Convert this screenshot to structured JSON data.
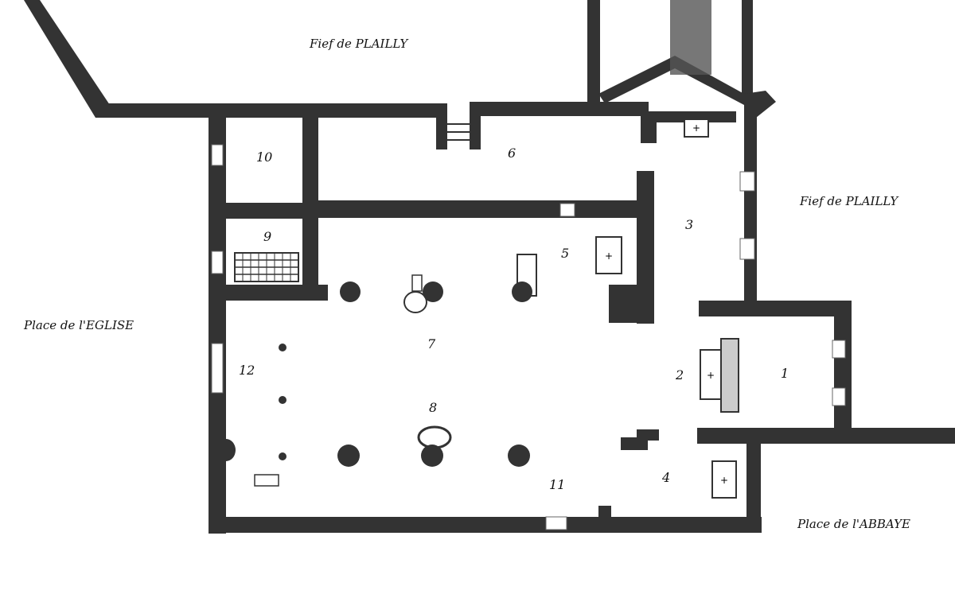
{
  "places": {
    "north": "Fief de PLAILLY",
    "east": "Fief de PLAILLY",
    "west": "Place de l'EGLISE",
    "southeast": "Place de l'ABBAYE"
  },
  "rooms": [
    "1",
    "2",
    "3",
    "4",
    "5",
    "6",
    "7",
    "8",
    "9",
    "10",
    "11",
    "12"
  ],
  "colors": {
    "wall": "#333333",
    "altar": "#cccccc",
    "background": "#ffffff"
  }
}
